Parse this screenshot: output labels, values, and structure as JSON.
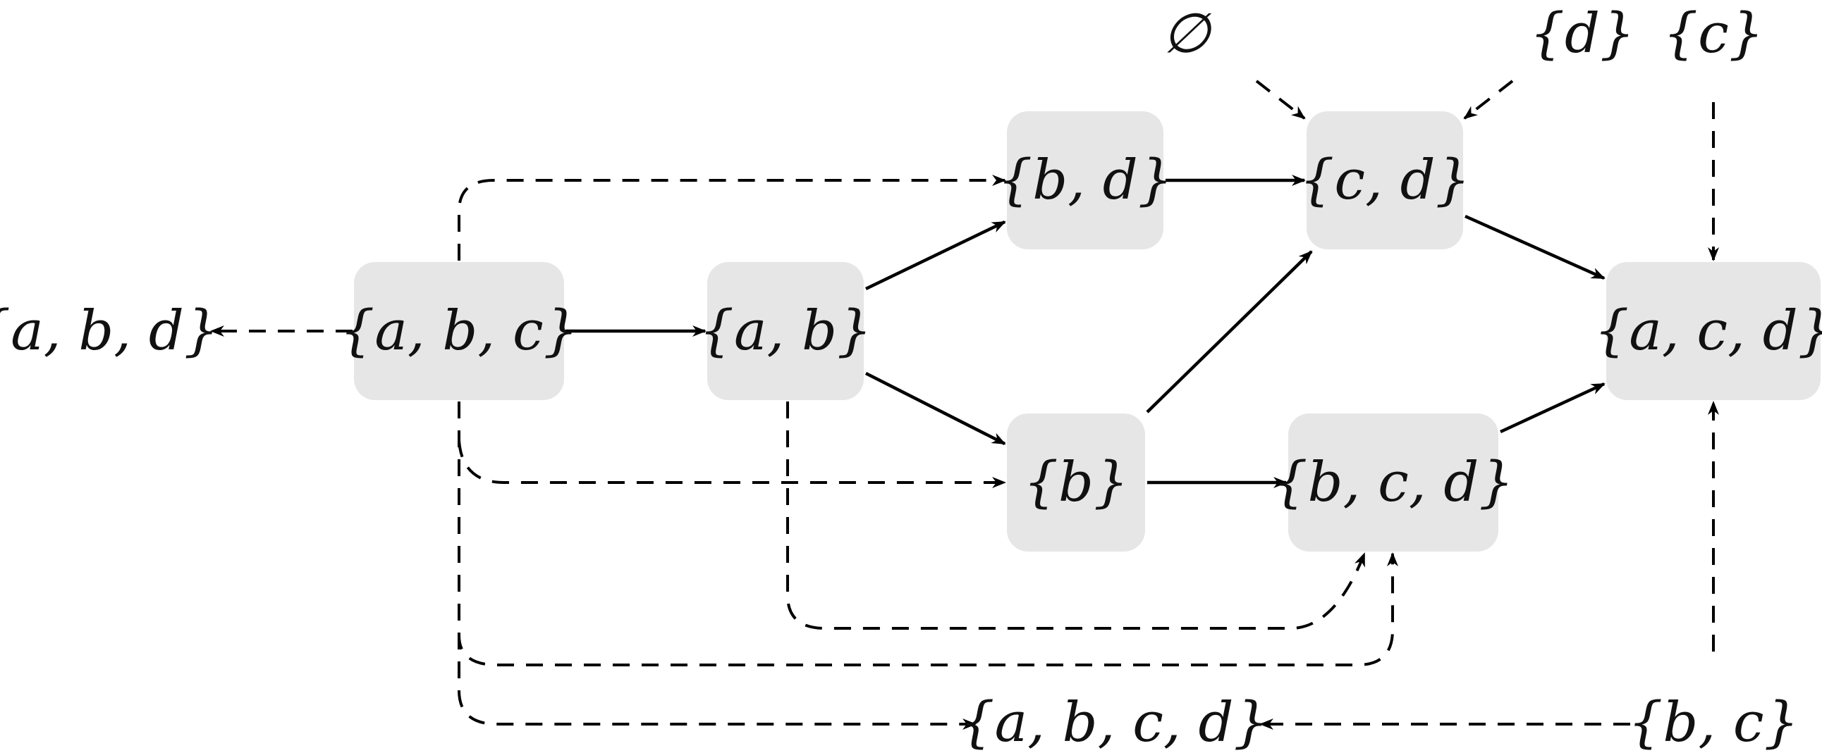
{
  "nodes": {
    "abc": "{a, b, c}",
    "ab": "{a, b}",
    "bd": "{b, d}",
    "b": "{b}",
    "cd": "{c, d}",
    "bcd": "{b, c, d}",
    "acd": "{a, c, d}",
    "abd": "{a, b, d}",
    "abcd": "{a, b, c, d}",
    "bc": "{b, c}",
    "empty": "∅",
    "d": "{d}",
    "c": "{c}"
  },
  "edges": [
    {
      "from": "abc",
      "to": "ab",
      "style": "solid"
    },
    {
      "from": "ab",
      "to": "bd",
      "style": "solid"
    },
    {
      "from": "ab",
      "to": "b",
      "style": "solid"
    },
    {
      "from": "bd",
      "to": "cd",
      "style": "solid"
    },
    {
      "from": "b",
      "to": "cd",
      "style": "solid"
    },
    {
      "from": "b",
      "to": "bcd",
      "style": "solid"
    },
    {
      "from": "cd",
      "to": "acd",
      "style": "solid"
    },
    {
      "from": "bcd",
      "to": "acd",
      "style": "solid"
    },
    {
      "from": "abc",
      "to": "abd",
      "style": "dashed"
    },
    {
      "from": "abc",
      "to": "bd",
      "style": "dashed"
    },
    {
      "from": "abc",
      "to": "b",
      "style": "dashed"
    },
    {
      "from": "abc",
      "to": "bcd",
      "style": "dashed"
    },
    {
      "from": "abc",
      "to": "abcd",
      "style": "dashed"
    },
    {
      "from": "ab",
      "to": "bcd",
      "style": "dashed"
    },
    {
      "from": "empty",
      "to": "cd",
      "style": "dashed"
    },
    {
      "from": "d",
      "to": "cd",
      "style": "dashed"
    },
    {
      "from": "c",
      "to": "acd",
      "style": "dashed"
    },
    {
      "from": "bc",
      "to": "acd",
      "style": "dashed"
    },
    {
      "from": "bc",
      "to": "abcd",
      "style": "dashed"
    }
  ]
}
